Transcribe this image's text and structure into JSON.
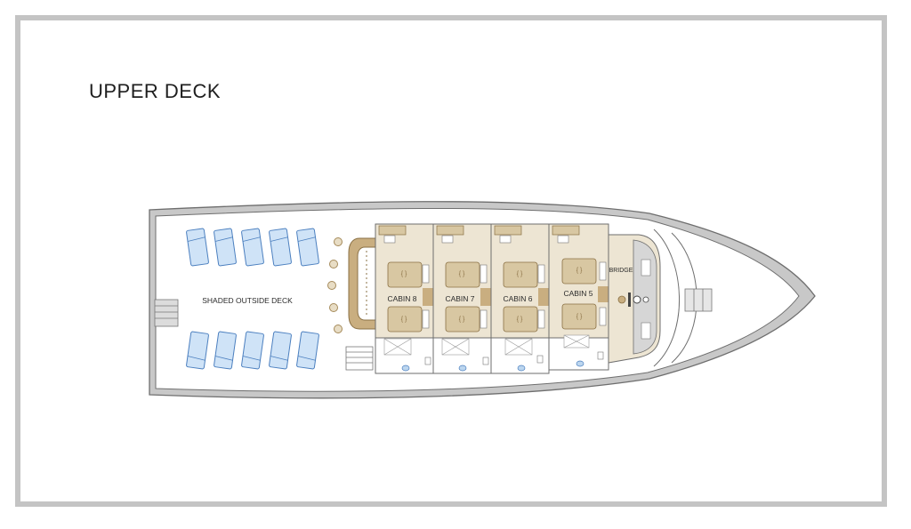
{
  "title": "UPPER DECK",
  "areas": {
    "outside_deck": "SHADED OUTSIDE DECK",
    "bridge": "BRIDGE"
  },
  "cabins": [
    {
      "label": "CABIN 8"
    },
    {
      "label": "CABIN 7"
    },
    {
      "label": "CABIN 6"
    },
    {
      "label": "CABIN 5"
    }
  ],
  "colors": {
    "hull": "#c8c8c8",
    "hull_stroke": "#6e6e6e",
    "cabin_fill": "#ede5d3",
    "bed_fill": "#d8c7a2",
    "wood": "#c9ae80",
    "lounger": "#cfe3f7",
    "lounger_stroke": "#4b7fbf"
  }
}
